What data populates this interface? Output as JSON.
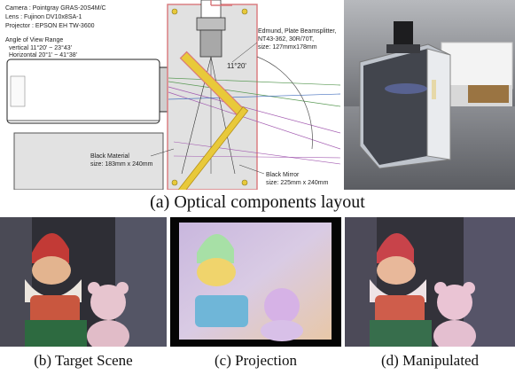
{
  "figure": {
    "top_caption": "(a) Optical components layout",
    "bottom_captions": [
      "(b) Target Scene",
      "(c) Projection",
      "(d) Manipulated"
    ]
  },
  "diagram": {
    "specs": [
      "Camera   : Pointgray GRAS-20S4M/C",
      "Lens       : Fujinon DV10x8SA-1",
      "Projector : EPSON EH TW-3600"
    ],
    "angle_title": "Angle of View Range",
    "angle_vertical": "vertical     11°20' ~ 23°43'",
    "angle_horizontal": "Horizontal  20°1'  ~ 41°38'",
    "beamsplitter": [
      "Edmund, Plate Beamsplitter,",
      "NT43-362, 30R/70T,",
      "size: 127mmx178mm"
    ],
    "angle_label": "11°20'",
    "black_material": [
      "Black Material",
      "size: 183mm x 240mm"
    ],
    "black_mirror": [
      "Black Mirror",
      "size: 225mm x 240mm"
    ]
  },
  "colors": {
    "frame_outline": "#d9777a",
    "beamsplitter": "#e8c93a",
    "mirror": "#e8c93a",
    "projector_gray": "#d8d8d8",
    "ray_green": "#5a9a55",
    "ray_purple": "#a25ab0",
    "ray_blue": "#4a74c0"
  }
}
